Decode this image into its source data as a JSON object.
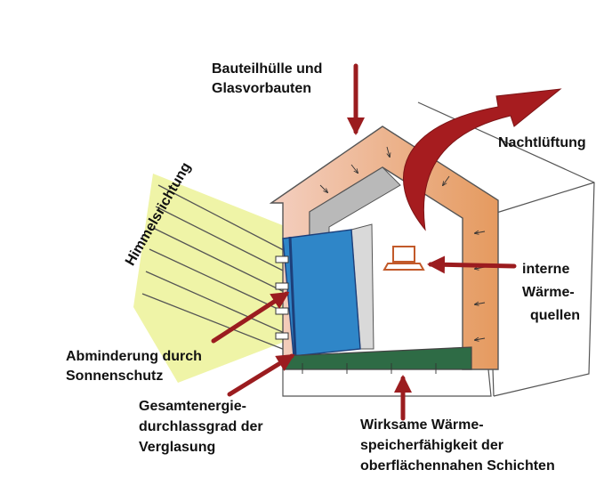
{
  "labels": {
    "bauteil_1": "Bauteilhülle und",
    "bauteil_2": "Glasvorbauten",
    "nacht": "Nachtlüftung",
    "himmel": "Himmelsrichtung",
    "interne_1": "interne",
    "interne_2": "Wärme-",
    "interne_3": "quellen",
    "abmind_1": "Abminderung durch",
    "abmind_2": "Sonnenschutz",
    "gesamt_1": "Gesamtenergie-",
    "gesamt_2": "durchlassgrad der",
    "gesamt_3": "Verglasung",
    "wirk_1": "Wirksame Wärme-",
    "wirk_2": "speicherfähigkeit der",
    "wirk_3": "oberflächennahen Schichten"
  },
  "colors": {
    "arrow": "#9b1c1f",
    "sun": "#e9f08a",
    "window": "#2f86c8",
    "floor": "#2e6b45",
    "wall_pink": "#f2c6b8",
    "wall_orange": "#e49a5c",
    "interior_wall": "#b9b9b9",
    "laptop": "#c25a2a"
  }
}
